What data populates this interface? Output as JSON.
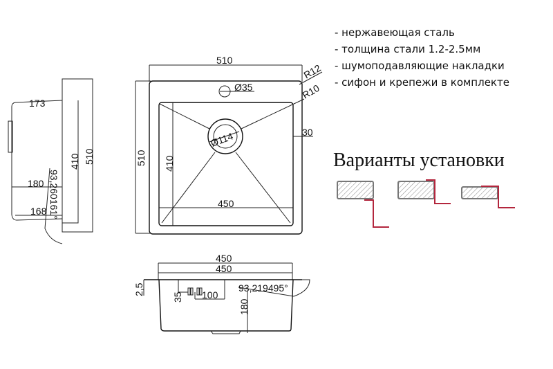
{
  "features": [
    "- нержавеющая сталь",
    "- толщина стали 1.2-2.5мм",
    "- шумоподавляющие накладки",
    "- сифон и крепежи в комплекте"
  ],
  "install_title": "Варианты установки",
  "install_variants": [
    "undermount",
    "flush",
    "overmount"
  ],
  "colors": {
    "line": "#222222",
    "accent": "#b3263d",
    "hatch": "#888888"
  },
  "top_view": {
    "width": "510",
    "height": "510",
    "bowl_width": "450",
    "bowl_depth": "410",
    "r_outer": "R12",
    "r_inner": "R10",
    "tap_hole": "Ø35",
    "drain": "Ø114",
    "rim": "30"
  },
  "side_view": {
    "top": "173",
    "depth": "180",
    "bottom": "168",
    "angle": "93,260161°",
    "inner": "410",
    "outer": "510"
  },
  "front_view": {
    "w1": "450",
    "w2": "450",
    "rim": "2,5",
    "overflow_h": "35",
    "overflow_w": "100",
    "depth": "180",
    "angle": "93,219495°"
  }
}
